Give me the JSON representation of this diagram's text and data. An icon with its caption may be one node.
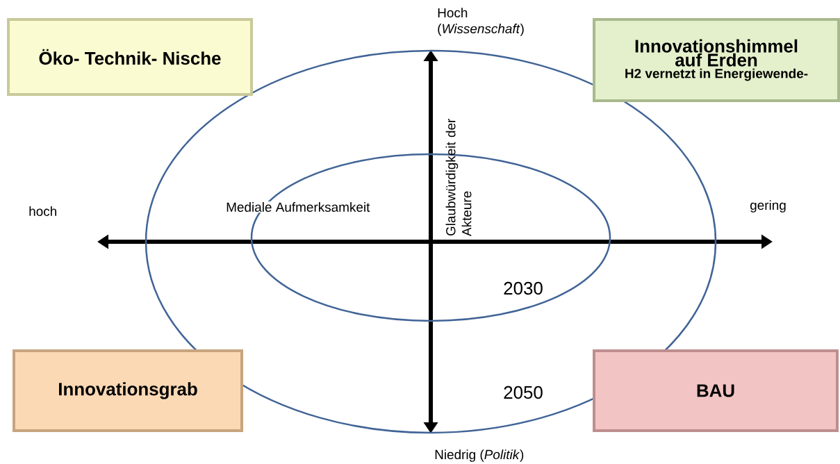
{
  "diagram": {
    "nodes": [
      {
        "text": [
          "2050"
        ]
      },
      {
        "text": [
          "2030"
        ],
        "in": 0
      },
      {
        "text": [
          "Öko- Technik- Nische"
        ]
      },
      {
        "text": [
          "Innovationshimmel auf Erden",
          "H2 vernetzt in Energiewende-"
        ]
      },
      {
        "text": [
          "Innovationsgrab"
        ]
      },
      {
        "text": [
          "BAU"
        ]
      }
    ],
    "labels": [
      "Hoch (*Wissenschaft*)",
      "hoch",
      "Mediale Aufmerksamkeit",
      "Glaubwürdigkeit der Akteure",
      "gering",
      "Niedrig (*Politik*)"
    ]
  }
}
